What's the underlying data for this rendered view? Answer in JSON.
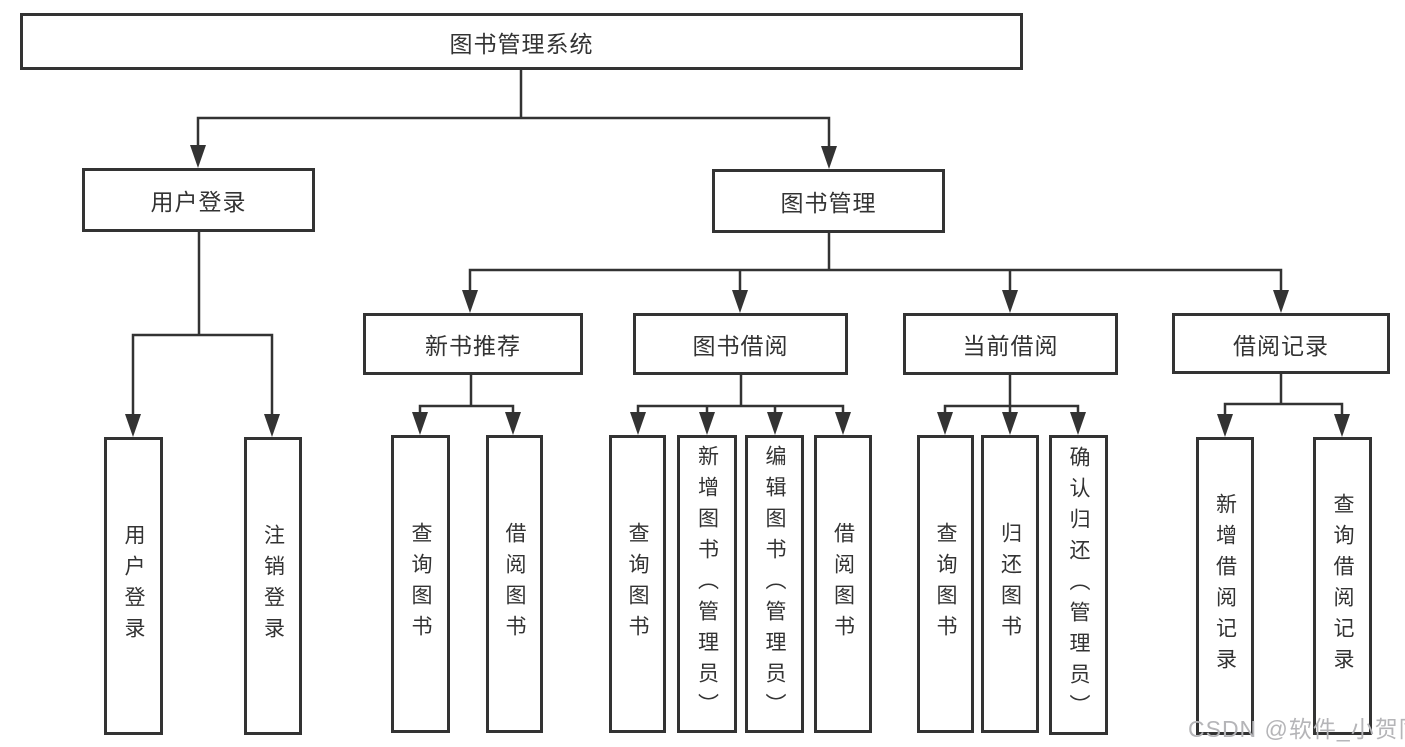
{
  "tree": {
    "root": {
      "label": "图书管理系统"
    },
    "branches": [
      {
        "label": "用户登录",
        "children": [
          {
            "label": "用户登录"
          },
          {
            "label": "注销登录"
          }
        ]
      },
      {
        "label": "图书管理",
        "children": [
          {
            "label": "新书推荐",
            "children": [
              {
                "label": "查询图书"
              },
              {
                "label": "借阅图书"
              }
            ]
          },
          {
            "label": "图书借阅",
            "children": [
              {
                "label": "查询图书"
              },
              {
                "label": "新增图书（管理员）"
              },
              {
                "label": "编辑图书（管理员）"
              },
              {
                "label": "借阅图书"
              }
            ]
          },
          {
            "label": "当前借阅",
            "children": [
              {
                "label": "查询图书"
              },
              {
                "label": "归还图书"
              },
              {
                "label": "确认归还（管理员）"
              }
            ]
          },
          {
            "label": "借阅记录",
            "children": [
              {
                "label": "新增借阅记录"
              },
              {
                "label": "查询借阅记录"
              }
            ]
          }
        ]
      }
    ]
  },
  "watermark": "CSDN @软件_小贺同学",
  "colors": {
    "line": "#333333",
    "text": "#333333",
    "background": "#ffffff",
    "watermark": "#b5b5b8"
  }
}
